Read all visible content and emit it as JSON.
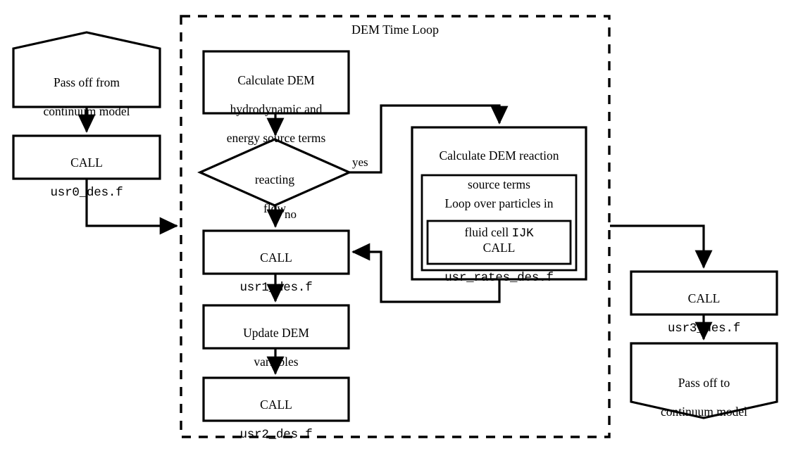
{
  "diagram": {
    "title": "DEM Time Loop",
    "region_label": "DEM Time Loop",
    "colors": {
      "stroke": "#000000",
      "background": "#ffffff",
      "text": "#000000"
    }
  },
  "nodes": {
    "pass_off_from": {
      "shape": "pentagon-up",
      "line1": "Pass off from",
      "line2": "continuum model"
    },
    "call_usr0": {
      "shape": "rect",
      "line1": "CALL",
      "line2": "usr0_des.f"
    },
    "calc_hydro": {
      "shape": "rect",
      "line1": "Calculate DEM",
      "line2": "hydrodynamic and",
      "line3": "energy source terms"
    },
    "reacting_flow": {
      "shape": "diamond",
      "line1": "reacting",
      "line2": "flow"
    },
    "call_usr1": {
      "shape": "rect",
      "line1": "CALL",
      "line2": "usr1_des.f"
    },
    "update_dem": {
      "shape": "rect",
      "line1": "Update DEM",
      "line2": "variables"
    },
    "call_usr2": {
      "shape": "rect",
      "line1": "CALL",
      "line2": "usr2_des.f"
    },
    "calc_reaction": {
      "shape": "rect",
      "line1": "Calculate DEM reaction",
      "line2": "source terms"
    },
    "loop_particles": {
      "shape": "rect",
      "line1": "Loop over particles in",
      "line2_prefix": "fluid cell ",
      "line2_mono": "IJK"
    },
    "call_usr_rates": {
      "shape": "rect",
      "line1": "CALL",
      "line2": "usr_rates_des.f"
    },
    "call_usr3": {
      "shape": "rect",
      "line1": "CALL",
      "line2": "usr3_des.f"
    },
    "pass_off_to": {
      "shape": "pentagon-down",
      "line1": "Pass off to",
      "line2": "continuum model"
    }
  },
  "edges": {
    "yes_label": "yes",
    "no_label": "no"
  }
}
